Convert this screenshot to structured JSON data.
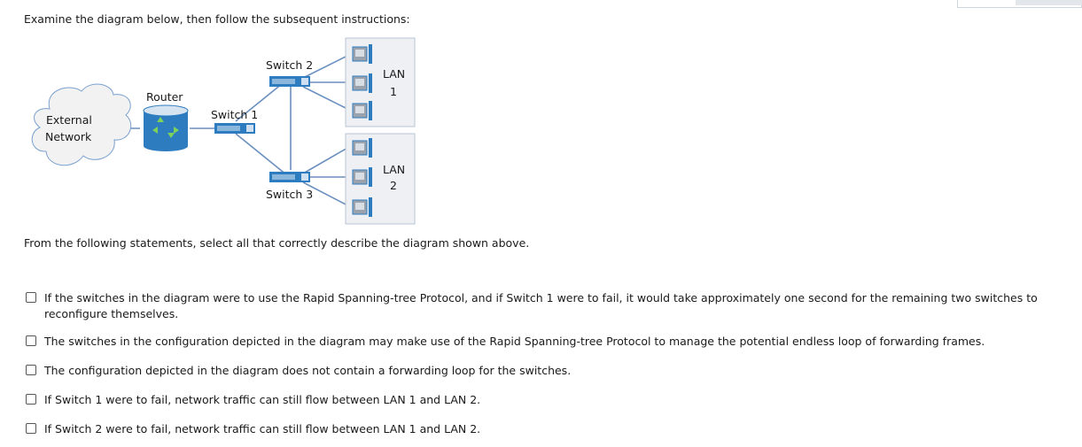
{
  "intro": "Examine the diagram below, then follow the subsequent instructions:",
  "diagram": {
    "cloud_label_line1": "External",
    "cloud_label_line2": "Network",
    "router_label": "Router",
    "switch1_label": "Switch 1",
    "switch2_label": "Switch 2",
    "switch3_label": "Switch 3",
    "lan1_label_line1": "LAN",
    "lan1_label_line2": "1",
    "lan2_label_line1": "LAN",
    "lan2_label_line2": "2"
  },
  "question": "From the following statements, select all that correctly describe the diagram shown above.",
  "options": [
    {
      "text": "If the switches in the diagram were to use the Rapid Spanning-tree Protocol, and if Switch 1 were to fail, it would take approximately one second for the remaining two switches to reconfigure themselves.",
      "checked": false
    },
    {
      "text": "The switches in the configuration depicted in the diagram may make use of the Rapid Spanning-tree Protocol to manage the potential endless loop of forwarding frames.",
      "checked": false
    },
    {
      "text": "The configuration depicted in the diagram does not contain a forwarding loop for the switches.",
      "checked": false
    },
    {
      "text": "If Switch 1 were to fail, network traffic can still flow between LAN 1 and LAN 2.",
      "checked": false
    },
    {
      "text": "If Switch 2 were to fail, network traffic can still flow between LAN 1 and LAN 2.",
      "checked": false
    }
  ]
}
